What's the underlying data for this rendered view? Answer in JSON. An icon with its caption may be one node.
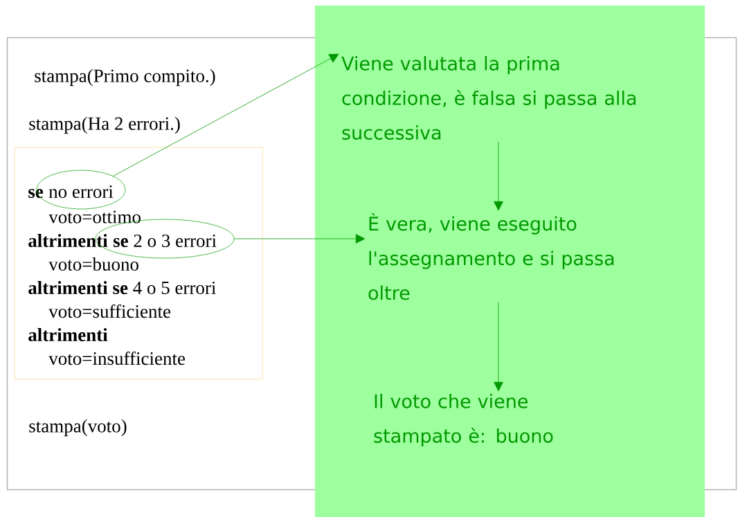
{
  "diagram": {
    "nodes": [
      {
        "text": [
          "stampa(Primo compito.)",
          "stampa(Ha 2 errori.)",
          "stampa(voto)"
        ]
      },
      {
        "text": [
          "**se**",
          "voto=ottimo",
          "**altrimenti**",
          "voto=buono",
          "**altrimenti se**  4 o 5 errori",
          "voto=sufficiente",
          "**altrimenti**",
          "voto=insufficiente"
        ],
        "in": 0
      },
      {
        "text": [
          "no errori"
        ],
        "in": 1
      },
      {
        "text": [
          "**se**  2 o 3 errori"
        ],
        "in": 1
      },
      {
        "text": [],
        "shape": "box"
      },
      {
        "text": [
          "Viene valutata la prima condizione, è falsa si passa alla successiva"
        ],
        "in": 4
      },
      {
        "text": [
          "È vera, viene eseguito l'assegnamento e si passa oltre"
        ],
        "in": 4
      },
      {
        "text": [
          "Il voto che viene stampato è: buono"
        ],
        "in": 4
      }
    ],
    "edges": [
      {
        "from": 2,
        "to": 5,
        "arrow": "to"
      },
      {
        "from": 3,
        "to": 6,
        "arrow": "to"
      },
      {
        "from": 5,
        "to": 6,
        "arrow": "to"
      },
      {
        "from": 6,
        "to": 7,
        "arrow": "to"
      }
    ]
  }
}
